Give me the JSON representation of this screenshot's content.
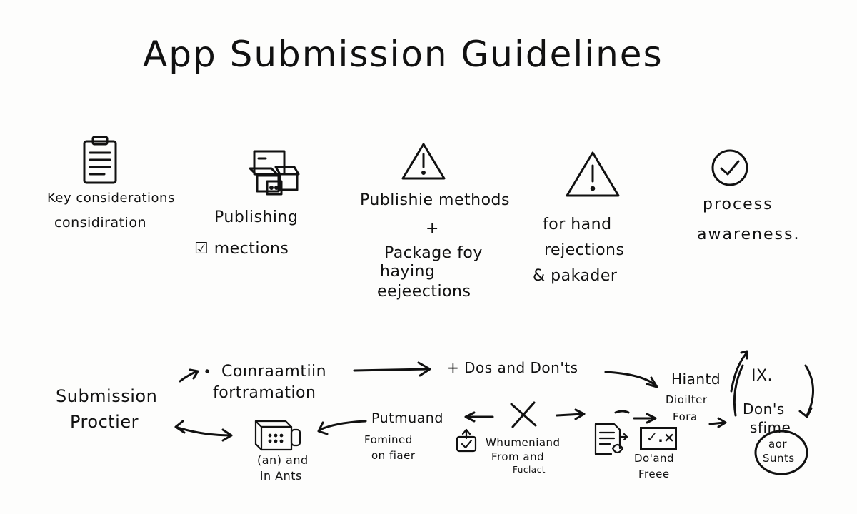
{
  "title": "App Submission Guidelines",
  "columns": [
    {
      "icon": "clipboard-icon",
      "lines": [
        "Key considerations",
        "considiration"
      ]
    },
    {
      "icon": "packages-icon",
      "lines": [
        "Publishing",
        "☑ mections"
      ]
    },
    {
      "icon": "warning-icon",
      "lines": [
        "Publishie methods",
        "+",
        "Package foy",
        "haying",
        "eejeections"
      ]
    },
    {
      "icon": "warning-icon",
      "lines": [
        "for hand",
        "rejections",
        "& pakader"
      ]
    },
    {
      "icon": "check-circle-icon",
      "lines": [
        "process",
        "awareness."
      ]
    }
  ],
  "flow": {
    "start": [
      "Submission",
      "Proctier"
    ],
    "top_left": [
      "Coınraamtiin",
      "fortramation"
    ],
    "top_mid": "+ Dos and Don'ts",
    "top_right": [
      "Hiantd",
      "Dioilter",
      "Fora"
    ],
    "far_right": [
      "IX.",
      "Don's",
      "sfime"
    ],
    "bubble": [
      "aor",
      "Sunts"
    ],
    "box_caption": [
      "(an) and",
      "in Ants"
    ],
    "putmand": "Putmuand",
    "fomined": [
      "Fomined",
      "on fiaer"
    ],
    "whumen": [
      "Whumeniand",
      "From and",
      "Fuclact"
    ],
    "checkbox_text": "✓.×",
    "doand": [
      "Do'and",
      "Freee"
    ]
  }
}
